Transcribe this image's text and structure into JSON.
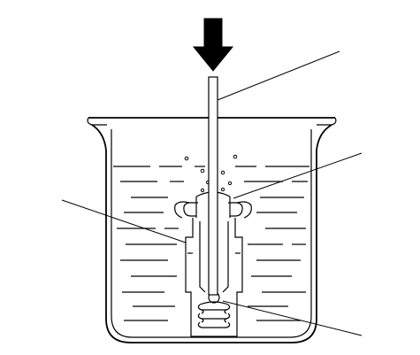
{
  "figure": {
    "kind": "line-art diagram",
    "colors": {
      "ink": "#000000",
      "background": "#ffffff"
    },
    "parts": [
      "press-arrow",
      "push-rod",
      "beaker",
      "fluid",
      "air-bubbles",
      "valve-clip",
      "valve-body",
      "valve-spring",
      "leader-lines"
    ],
    "callout_labels": []
  }
}
